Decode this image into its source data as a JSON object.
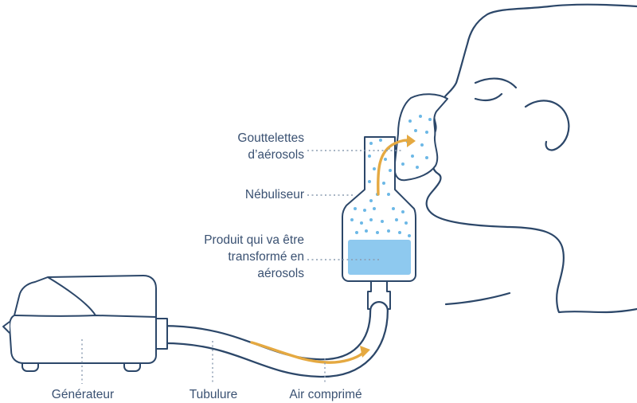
{
  "labels": {
    "droplets": [
      "Gouttelettes",
      "d’aérosols"
    ],
    "nebulizer": "Nébuliseur",
    "product": [
      "Produit qui va être",
      "transformé en",
      "aérosols"
    ],
    "generator": "Générateur",
    "tubing": "Tubulure",
    "air": "Air comprimé"
  },
  "colors": {
    "line": "#2c4769",
    "label": "#3a5172",
    "droplet": "#6cb8e6",
    "liquid": "#8ec9ef",
    "arrow": "#e5a941",
    "leader": "#8a9bb0"
  }
}
